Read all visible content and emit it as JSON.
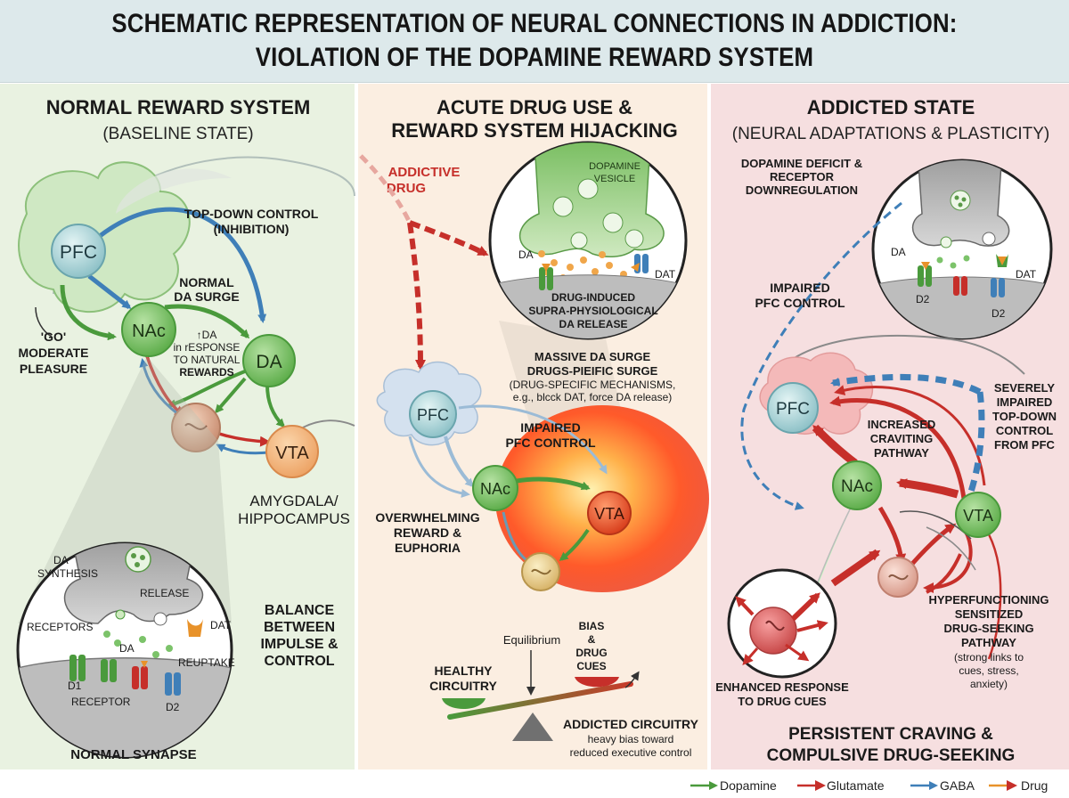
{
  "header": {
    "title_line1": "SCHEMATIC REPRESENTATION OF NEURAL CONNECTIONS IN ADDICTION:",
    "title_line2": "VIOLATION OF THE DOPAMINE REWARD SYSTEM"
  },
  "panel1": {
    "title": "NORMAL REWARD SYSTEM",
    "subtitle": "(BASELINE STATE)",
    "node_pfc": "PFC",
    "node_nac": "NAc",
    "node_da": "DA",
    "node_vta": "VTA",
    "top_down_1": "TOP-DOWN CONTROL",
    "top_down_2": "(INHIBITION)",
    "normal_da_1": "NORMAL",
    "normal_da_2": "DA SURGE",
    "response_1": "↑DA",
    "response_2": "in rESPONSE",
    "response_3": "TO NATURAL",
    "response_4": "REWARDS",
    "go_1": "'GO'",
    "go_2": "MODERATE",
    "go_3": "PLEASURE",
    "amygdala_1": "AMYGDALA/",
    "amygdala_2": "HIPPOCAMPUS",
    "syn_da_synthesis_1": "DA",
    "syn_da_synthesis_2": "SYNTHESIS",
    "syn_release": "RELEASE",
    "syn_receptors": "RECEPTORS",
    "syn_da": "DA",
    "syn_dat": "DAT",
    "syn_reuptake": "REUPTAKE",
    "syn_d1": "D1",
    "syn_d2": "D2",
    "syn_receptor": "RECEPTOR",
    "normal_synapse": "NORMAL SYNAPSE",
    "balance_1": "BALANCE",
    "balance_2": "BETWEEN",
    "balance_3": "IMPULSE &",
    "balance_4": "CONTROL"
  },
  "panel2": {
    "title_1": "ACUTE DRUG USE &",
    "title_2": "REWARD SYSTEM HIJACKING",
    "addictive_1": "ADDICTIVE",
    "addictive_2": "DRUG",
    "vesicle_1": "DOPAMINE",
    "vesicle_2": "VESICLE",
    "syn_da": "DA",
    "syn_dat": "DAT",
    "drug_induced_1": "DRUG-INDUCED",
    "drug_induced_2": "SUPRA-PHYSIOLOGICAL",
    "drug_induced_3": "DA RELEASE",
    "massive_1": "MASSIVE DA SURGE",
    "massive_2": "DRUGS-PIEIFIC SURGE",
    "massive_3": "(DRUG-SPECIFIC MECHANISMS,",
    "massive_4": "e.g., blcck DAT, force DA release)",
    "node_pfc": "PFC",
    "node_nac": "NAc",
    "node_vta": "VTA",
    "impaired_1": "IMPAIRED",
    "impaired_2": "PFC CONTROL",
    "overwhelming_1": "OVERWHELMING",
    "overwhelming_2": "REWARD &",
    "overwhelming_3": "EUPHORIA",
    "equilibrium": "Equilibrium",
    "bias_1": "BIAS",
    "bias_2": "&",
    "bias_3": "DRUG",
    "bias_4": "CUES",
    "healthy_1": "HEALTHY",
    "healthy_2": "CIRCUITRY",
    "addicted_1": "ADDICTED CIRCUITRY",
    "addicted_2": "heavy bias toward",
    "addicted_3": "reduced executive control"
  },
  "panel3": {
    "title": "ADDICTED STATE",
    "subtitle": "(NEURAL ADAPTATIONS & PLASTICITY)",
    "deficit_1": "DOPAMINE DEFICIT &",
    "deficit_2": "RECEPTOR",
    "deficit_3": "DOWNREGULATION",
    "syn_da": "DA",
    "syn_dat": "DAT",
    "syn_d2a": "D2",
    "syn_d2b": "D2",
    "impaired_1": "IMPAIRED",
    "impaired_2": "PFC CONTROL",
    "node_pfc": "PFC",
    "node_nac": "NAc",
    "node_vta": "VTA",
    "craving_1": "INCREASED",
    "craving_2": "CRAVITING",
    "craving_3": "PATHWAY",
    "severely_1": "SEVERELY",
    "severely_2": "IMPAIRED",
    "severely_3": "TOP-DOWN",
    "severely_4": "CONTROL",
    "severely_5": "FROM PFC",
    "hyper_1": "HYPERFUNCTIONING",
    "hyper_2": "SENSITIZED",
    "hyper_3": "DRUG-SEEKING",
    "hyper_4": "PATHWAY",
    "hyper_5": "(strong links to",
    "hyper_6": "cues, stress,",
    "hyper_7": "anxiety)",
    "enhanced_1": "ENHANCED RESPONSE",
    "enhanced_2": "TO DRUG CUES",
    "persistent_1": "PERSISTENT CRAVING &",
    "persistent_2": "COMPULSIVE DRUG-SEEKING"
  },
  "legend": {
    "dopamine": "Dopamine",
    "glutamate": "Glutamate",
    "gaba": "GABA",
    "drug": "Drug"
  },
  "colors": {
    "dopamine": "#4a9a3c",
    "glutamate": "#c62f2a",
    "gaba": "#3f7fb8",
    "drug": "#e8922a"
  }
}
